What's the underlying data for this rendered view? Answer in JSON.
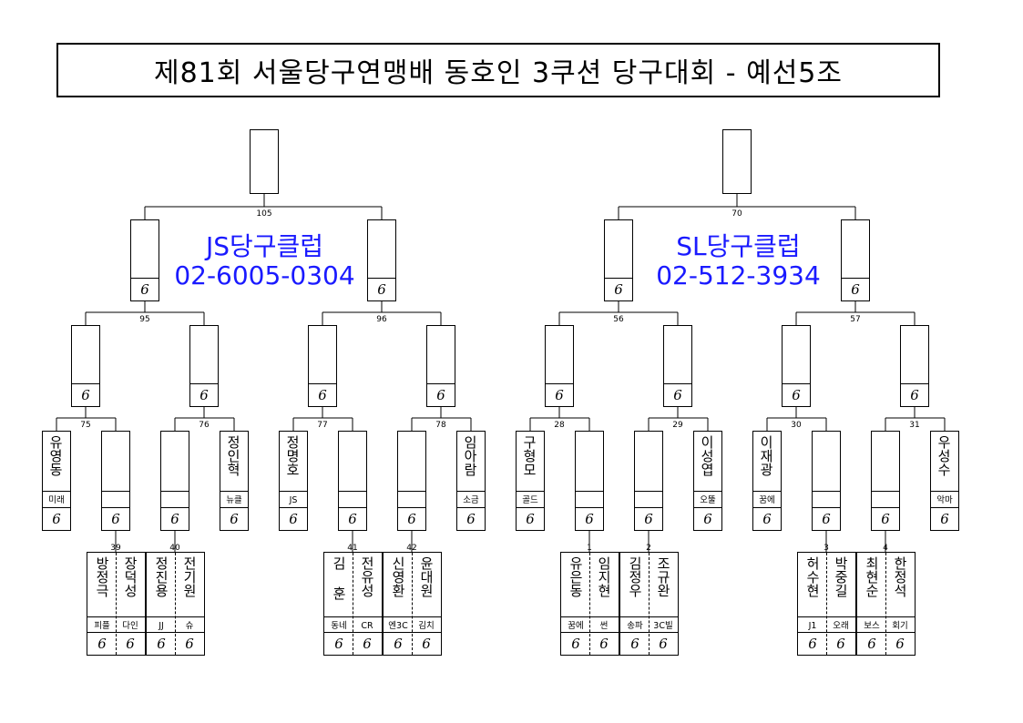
{
  "title": "제81회 서울당구연맹배 동호인 3쿠션 당구대회 - 예선5조",
  "venues": [
    {
      "name": "JS당구클럽",
      "phone": "02-6005-0304"
    },
    {
      "name": "SL당구클럽",
      "phone": "02-512-3934"
    }
  ],
  "match_numbers": {
    "m105": "105",
    "m70": "70",
    "m95": "95",
    "m96": "96",
    "m56": "56",
    "m57": "57",
    "m75": "75",
    "m76": "76",
    "m77": "77",
    "m78": "78",
    "m28": "28",
    "m29": "29",
    "m30": "30",
    "m31": "31",
    "m39": "39",
    "m40": "40",
    "m41": "41",
    "m42": "42",
    "m1": "1",
    "m2": "2",
    "m3": "3",
    "m4": "4"
  },
  "score_mark": "6",
  "seeded_players": [
    {
      "name": "유영동",
      "club": "미래"
    },
    {
      "name": "정인혁",
      "club": "뉴클"
    },
    {
      "name": "정명호",
      "club": "JS"
    },
    {
      "name": "임아람",
      "club": "소금"
    },
    {
      "name": "구형모",
      "club": "골드"
    },
    {
      "name": "이성엽",
      "club": "오뚤"
    },
    {
      "name": "이재광",
      "club": "꿈에"
    },
    {
      "name": "우성수",
      "club": "악마"
    }
  ],
  "first_round": [
    {
      "left": {
        "name": "방정극",
        "club": "피플"
      },
      "right": {
        "name": "장덕성",
        "club": "다인"
      }
    },
    {
      "left": {
        "name": "정진용",
        "club": "JJ"
      },
      "right": {
        "name": "전기원",
        "club": "슈"
      }
    },
    {
      "left": {
        "name": "김 훈",
        "club": "동네"
      },
      "right": {
        "name": "전유성",
        "club": "CR"
      }
    },
    {
      "left": {
        "name": "신영환",
        "club": "엔3C"
      },
      "right": {
        "name": "윤대원",
        "club": "김치"
      }
    },
    {
      "left": {
        "name": "유은동",
        "club": "꿈에"
      },
      "right": {
        "name": "임지현",
        "club": "썬"
      }
    },
    {
      "left": {
        "name": "김정우",
        "club": "송파"
      },
      "right": {
        "name": "조규완",
        "club": "3C빌"
      }
    },
    {
      "left": {
        "name": "허수현",
        "club": "J1"
      },
      "right": {
        "name": "박중길",
        "club": "오래"
      }
    },
    {
      "left": {
        "name": "최현순",
        "club": "보스"
      },
      "right": {
        "name": "한정석",
        "club": "회기"
      }
    }
  ]
}
